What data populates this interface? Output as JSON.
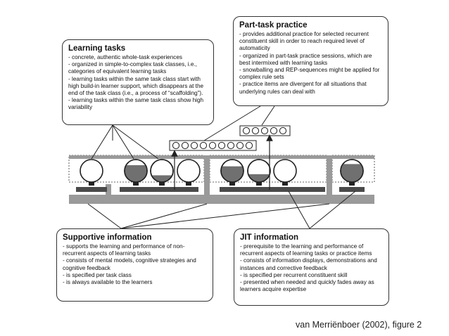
{
  "learning_tasks": {
    "title": "Learning tasks",
    "items": [
      "concrete, authentic whole-task experiences",
      "organized in simple-to-complex task classes, i.e., categories of equivalent learning tasks",
      "learning tasks within the same task class start with high build-in learner support, which disappears at the end of the task class (i.e., a process of “scaffolding”).",
      "learning tasks within the same task class show high variability"
    ]
  },
  "part_task_practice": {
    "title": "Part-task practice",
    "items": [
      "provides additional practice for selected recurrent constituent skill in order to reach required level of automaticity",
      "organized in part-task practice sessions, which are best intermixed with learning tasks",
      "snowballing and REP-sequences might be applied for complex rule sets",
      "practice items are divergent for all situations that underlying rules can deal with"
    ]
  },
  "supportive_information": {
    "title": "Supportive information",
    "items": [
      "supports the learning and performance of non-recurrent aspects of learning tasks",
      "consists of mental models, cognitive strategies and cognitive feedback",
      "is specified per task class",
      "is always available to the learners"
    ]
  },
  "jit_information": {
    "title": "JIT information",
    "items": [
      "prerequisite to the learning and performance of recurrent aspects of learning tasks or practice items",
      "consists of information displays, demonstrations and instances and corrective feedback",
      "is specified per recurrent constituent skill",
      "presented when needed and quickly fades away as learners acquire expertise"
    ]
  },
  "task_circles": {
    "support_levels": [
      0,
      0.75,
      0.3,
      0,
      0.7,
      0.35,
      0,
      0.8
    ]
  },
  "practice_items": {
    "row1_count": 9,
    "row2_count": 5
  },
  "citation": "van Merriënboer (2002), figure 2",
  "colors": {
    "band": "#9a9a9a",
    "dark_bar": "#4a4a4a",
    "fill": "#707070",
    "line": "#222222"
  }
}
